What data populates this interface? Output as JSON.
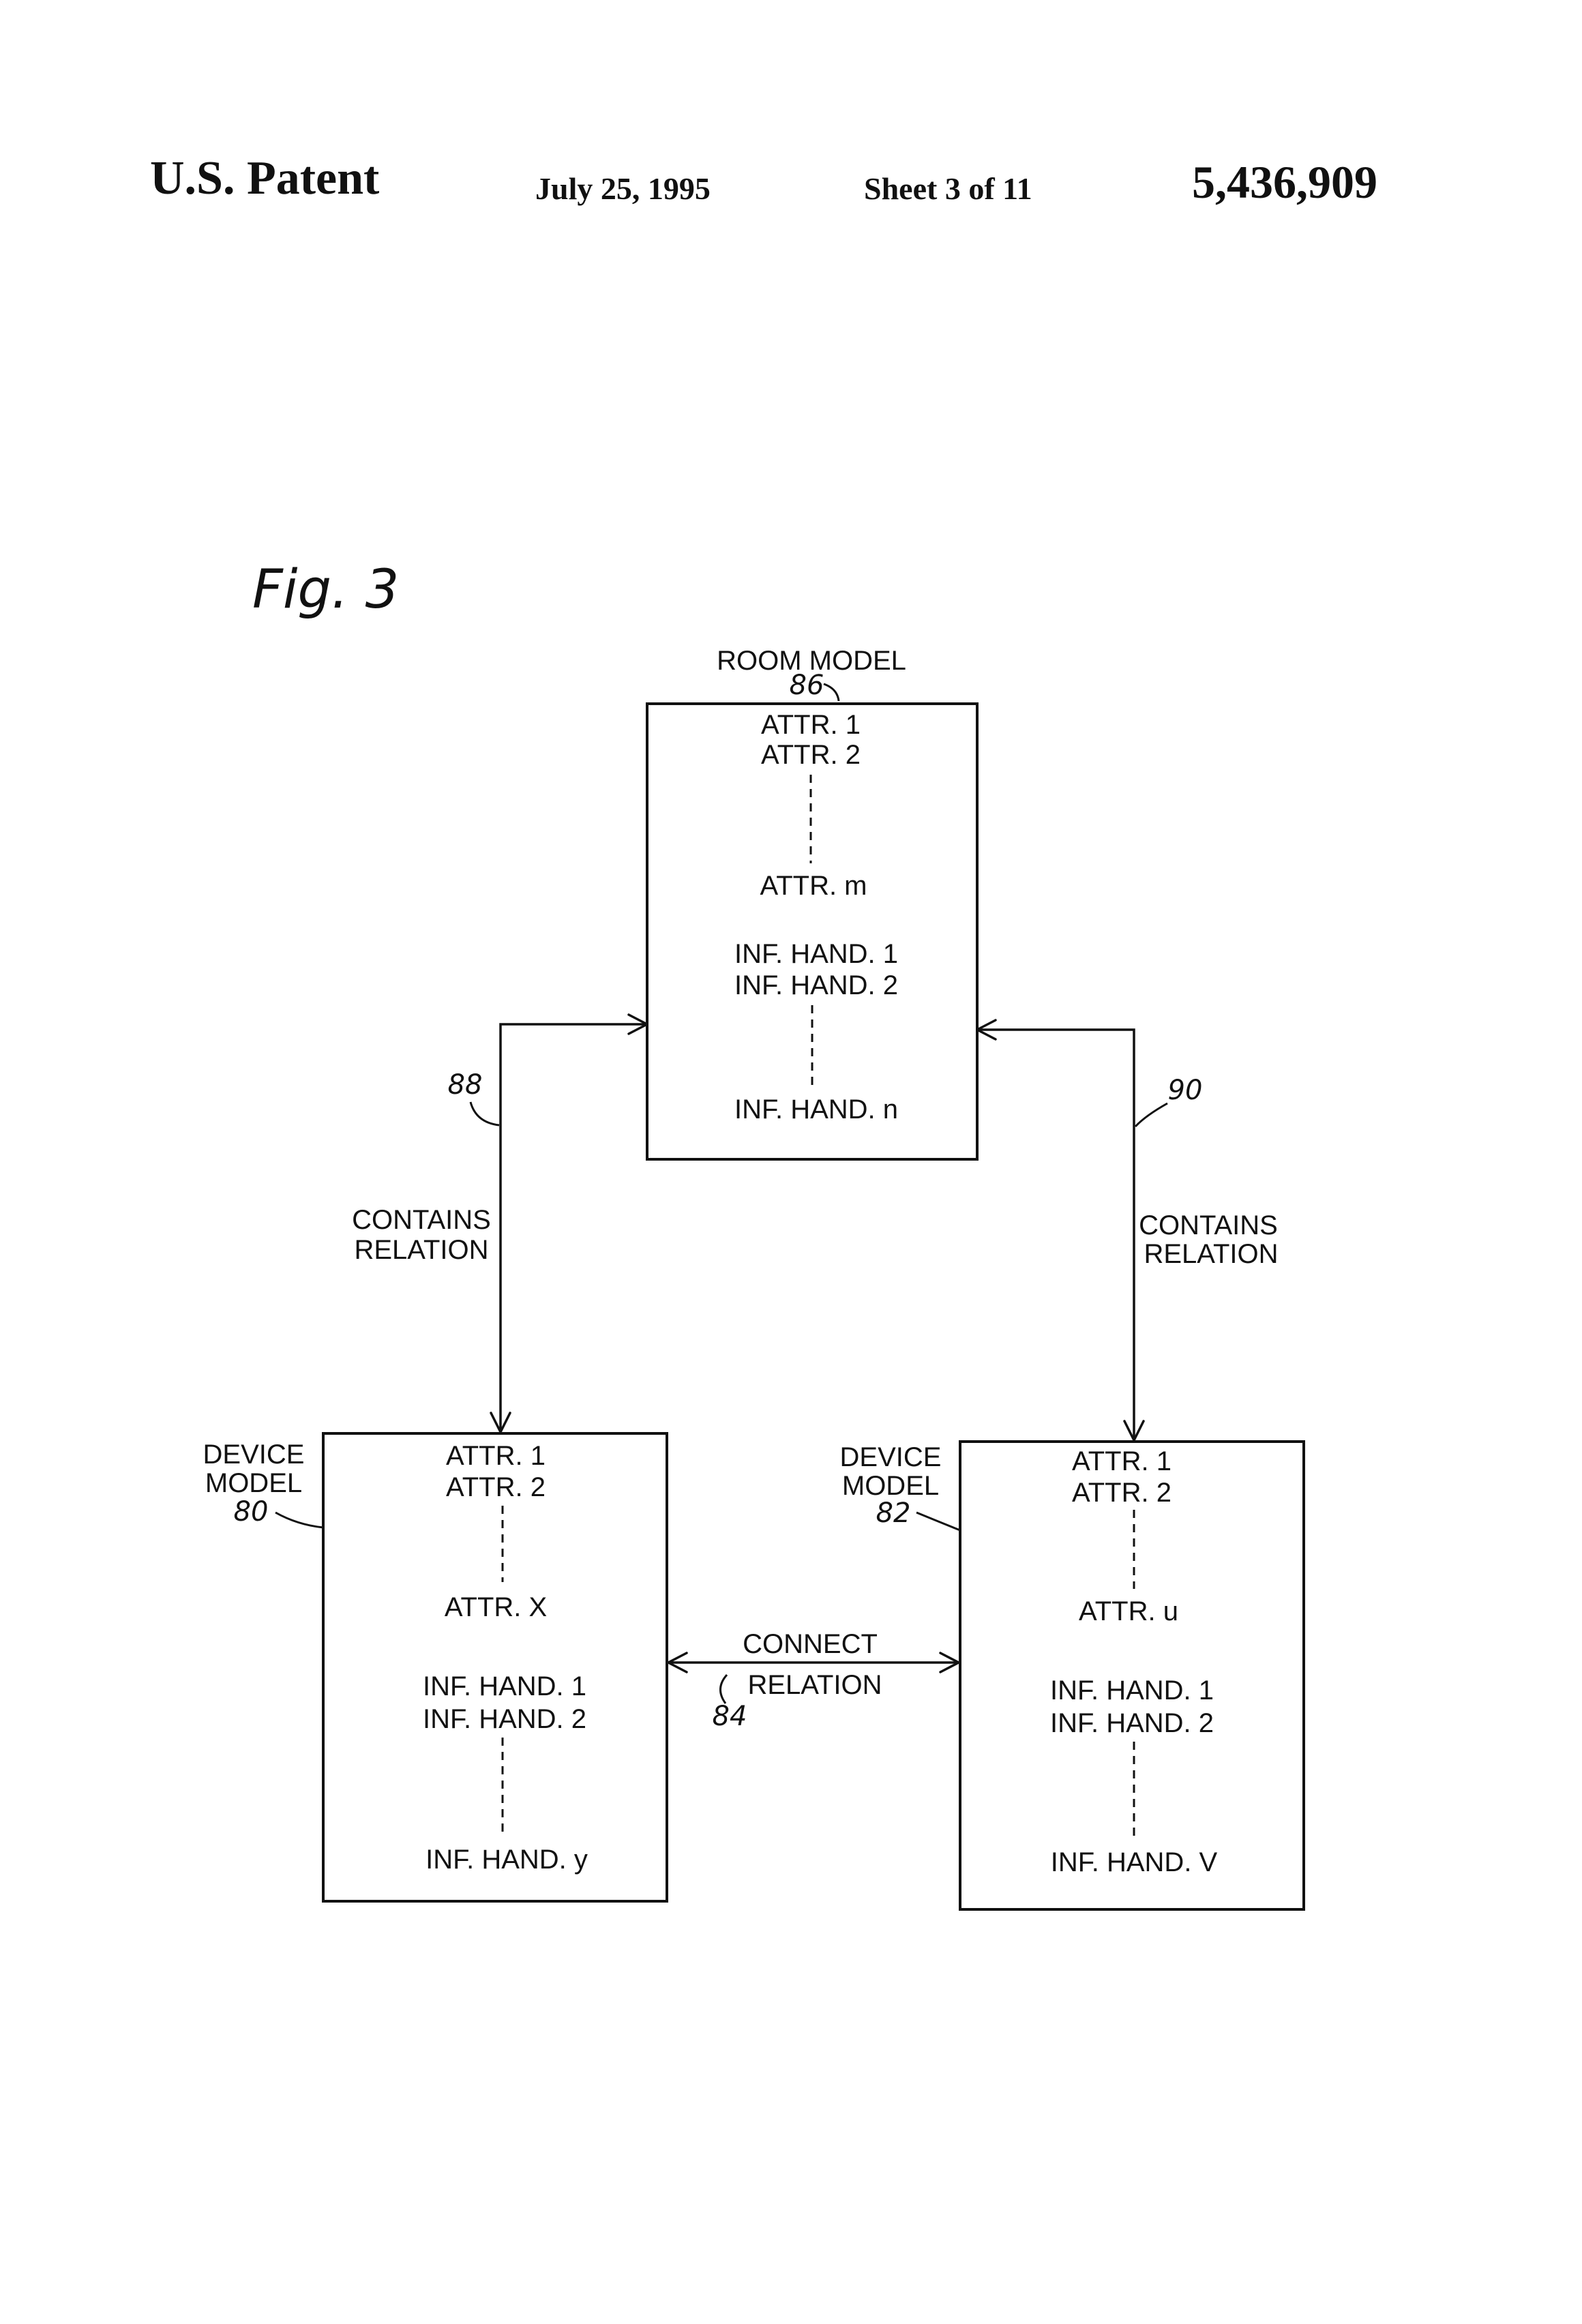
{
  "header": {
    "left": "U.S. Patent",
    "date": "July 25, 1995",
    "sheet": "Sheet 3 of 11",
    "number": "5,436,909"
  },
  "figure": {
    "label": "Fig. 3"
  },
  "room_model": {
    "title": "ROOM MODEL",
    "ref": "86",
    "attr_1": "ATTR. 1",
    "attr_2": "ATTR. 2",
    "attr_n": "ATTR. m",
    "hand_1": "INF. HAND. 1",
    "hand_2": "INF. HAND. 2",
    "hand_n": "INF. HAND. n"
  },
  "device_model_80": {
    "title_line1": "DEVICE",
    "title_line2": "MODEL",
    "ref": "80",
    "attr_1": "ATTR. 1",
    "attr_2": "ATTR. 2",
    "attr_n": "ATTR. X",
    "hand_1": "INF. HAND. 1",
    "hand_2": "INF. HAND. 2",
    "hand_n": "INF. HAND. y"
  },
  "device_model_82": {
    "title_line1": "DEVICE",
    "title_line2": "MODEL",
    "ref": "82",
    "attr_1": "ATTR. 1",
    "attr_2": "ATTR. 2",
    "attr_n": "ATTR. u",
    "hand_1": "INF. HAND. 1",
    "hand_2": "INF. HAND. 2",
    "hand_n": "INF. HAND. V"
  },
  "relation_88": {
    "ref": "88",
    "line1": "CONTAINS",
    "line2": "RELATION"
  },
  "relation_90": {
    "ref": "90",
    "line1": "CONTAINS",
    "line2": "RELATION"
  },
  "relation_84": {
    "ref": "84",
    "line1": "CONNECT",
    "line2": "RELATION"
  }
}
